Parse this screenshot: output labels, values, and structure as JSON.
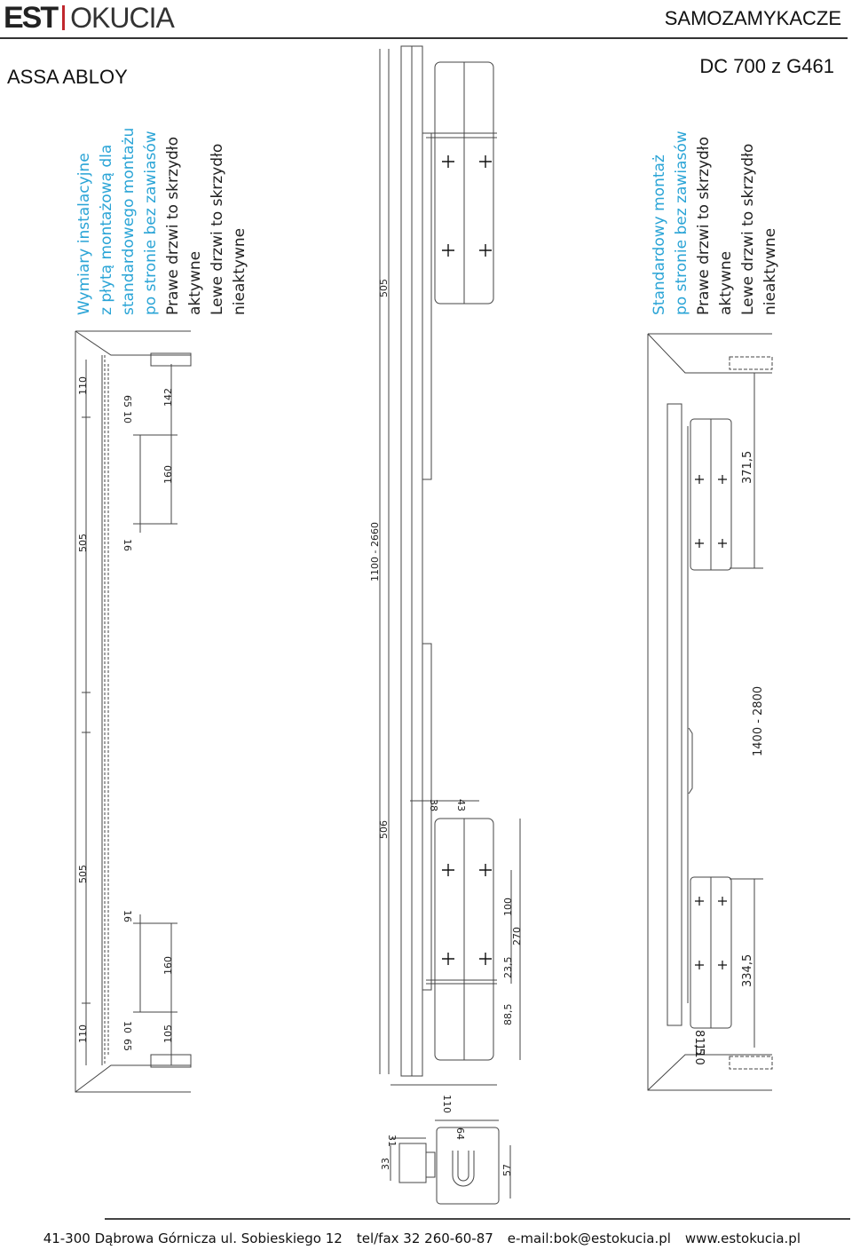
{
  "header": {
    "logo_left": "EST",
    "logo_right": "OKUCIA",
    "category": "SAMOZAMYKACZE"
  },
  "brand": "ASSA ABLOY",
  "model": "DC 700 z G461",
  "colors": {
    "accent": "#2aa4d6",
    "logo_bar": "#c0272d",
    "line": "#333333"
  },
  "left_caption": {
    "blue_lines": [
      "Wymiary instalacyjne",
      "z płytą montażową dla",
      "standardowego montażu",
      "po stronie bez zawiasów"
    ],
    "black_lines": [
      "Prawe drzwi to skrzydło",
      "aktywne",
      "Lewe drzwi to skrzydło",
      "nieaktywne"
    ]
  },
  "right_caption": {
    "blue_lines": [
      "Standardowy montaż",
      "po stronie bez zawiasów"
    ],
    "black_lines": [
      "Prawe drzwi to skrzydło",
      "aktywne",
      "Lewe drzwi to skrzydło",
      "nieaktywne"
    ]
  },
  "dimensions": {
    "left": [
      "110",
      "65",
      "10",
      "142",
      "160",
      "16",
      "505",
      "505",
      "16",
      "160",
      "105",
      "110",
      "10",
      "65"
    ],
    "middle": [
      "505",
      "1100 - 2660",
      "506",
      "38",
      "43",
      "100",
      "270",
      "23,5",
      "88,5",
      "110"
    ],
    "right": [
      "371,5",
      "1400 - 2800",
      "334,5",
      "110",
      "81,5"
    ],
    "bottom": [
      "31",
      "64",
      "33",
      "57"
    ]
  },
  "footer": {
    "address": "41-300 Dąbrowa Górnicza ul. Sobieskiego 12",
    "phone": "tel/fax 32 260-60-87",
    "email": "e-mail:bok@estokucia.pl",
    "web": "www.estokucia.pl"
  }
}
